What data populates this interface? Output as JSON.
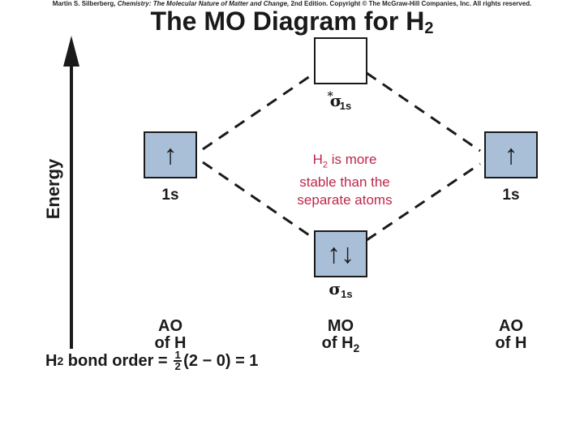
{
  "credit": {
    "author": "Martin S. Silberberg,",
    "book": "Chemistry: The Molecular Nature of Matter and Change,",
    "edition": "2nd Edition. Copyright © The McGraw-Hill Companies, Inc. All rights reserved."
  },
  "title": {
    "text": "The MO Diagram for H",
    "subscript": "2"
  },
  "axis": {
    "label": "Energy"
  },
  "orbitals": {
    "left_ao": {
      "arrows": "↑",
      "label": "1s"
    },
    "right_ao": {
      "arrows": "↑",
      "label": "1s"
    },
    "antibonding": {
      "arrows": "",
      "symbol": "σ",
      "sub": "1s",
      "star": "*"
    },
    "bonding": {
      "arrows": "↑↓",
      "symbol": "σ",
      "sub": "1s"
    }
  },
  "annotation": {
    "line1_pre": "H",
    "line1_sub": "2",
    "line1_post": " is more",
    "line2": "stable than the",
    "line3": "separate atoms"
  },
  "columns": {
    "left": {
      "line1": "AO",
      "line2": "of H"
    },
    "middle": {
      "line1": "MO",
      "line2_pre": "of H",
      "line2_sub": "2"
    },
    "right": {
      "line1": "AO",
      "line2": "of H"
    }
  },
  "bond_order": {
    "pre": "H",
    "sub": "2",
    "mid": " bond order = ",
    "frac_num": "1",
    "frac_den": "2",
    "post": "(2 − 0) = 1"
  },
  "colors": {
    "box_fill": "#a9bfd8",
    "annotation": "#c0264a",
    "line": "#1a1a1a"
  }
}
